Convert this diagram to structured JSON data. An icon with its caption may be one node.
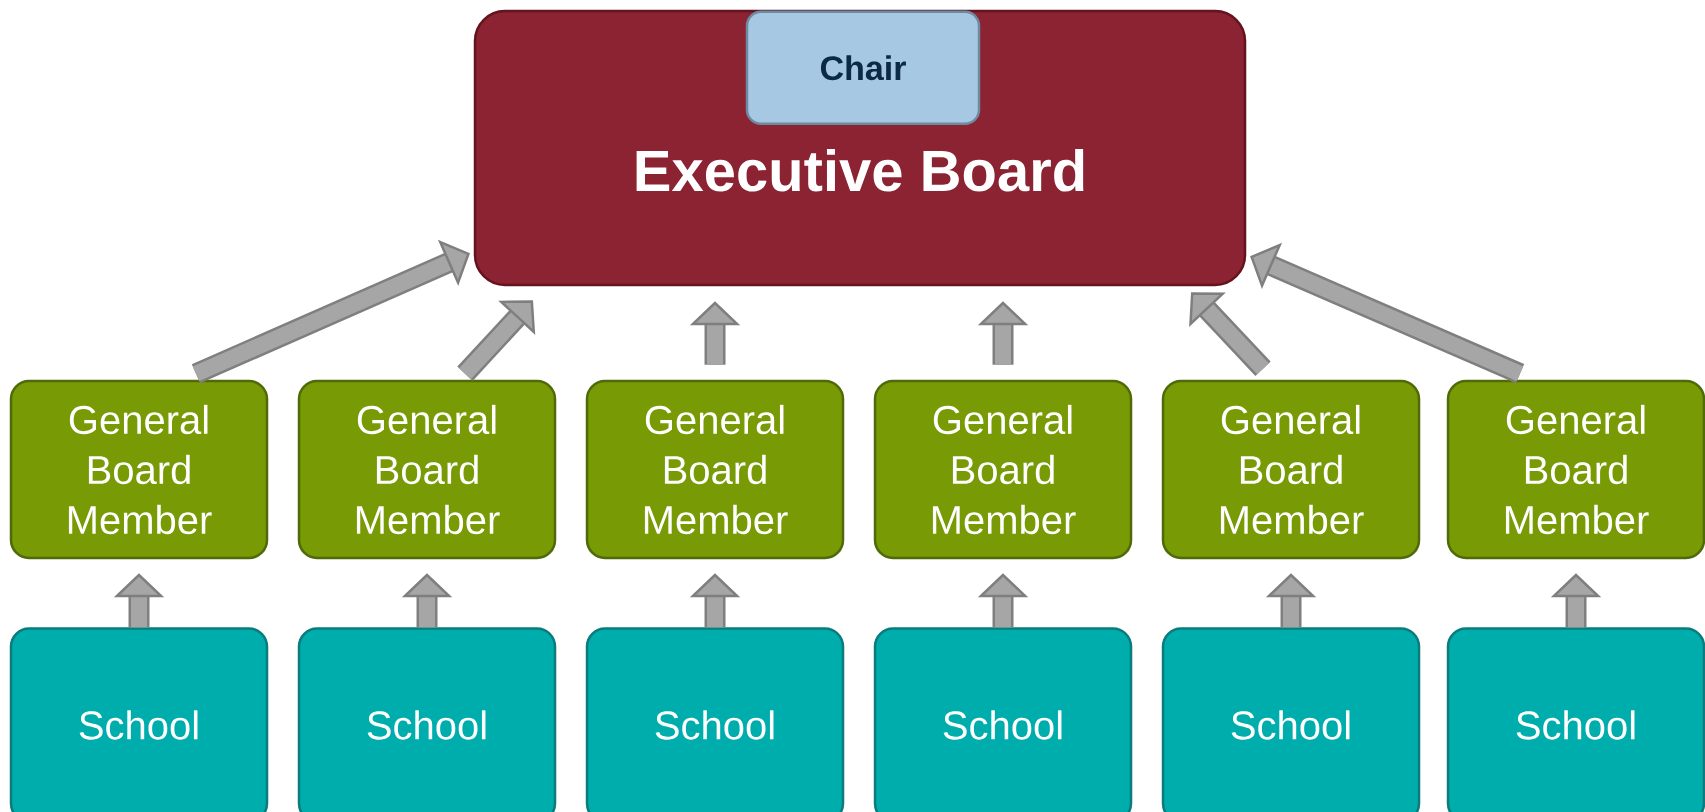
{
  "diagram": {
    "nodes": [
      {
        "text": [
          "Executive Board"
        ]
      },
      {
        "text": [
          "Chair"
        ],
        "in": 0
      },
      {
        "text": [
          "General Board Member"
        ]
      },
      {
        "text": [
          "General Board Member"
        ]
      },
      {
        "text": [
          "General Board Member"
        ]
      },
      {
        "text": [
          "General Board Member"
        ]
      },
      {
        "text": [
          "General Board Member"
        ]
      },
      {
        "text": [
          "General Board Member"
        ]
      },
      {
        "text": [
          "School"
        ]
      },
      {
        "text": [
          "School"
        ]
      },
      {
        "text": [
          "School"
        ]
      },
      {
        "text": [
          "School"
        ]
      },
      {
        "text": [
          "School"
        ]
      },
      {
        "text": [
          "School"
        ]
      }
    ],
    "edges": [
      {
        "from": 8,
        "to": 2,
        "arrow": "to"
      },
      {
        "from": 9,
        "to": 3,
        "arrow": "to"
      },
      {
        "from": 10,
        "to": 4,
        "arrow": "to"
      },
      {
        "from": 11,
        "to": 5,
        "arrow": "to"
      },
      {
        "from": 12,
        "to": 6,
        "arrow": "to"
      },
      {
        "from": 13,
        "to": 7,
        "arrow": "to"
      },
      {
        "from": 2,
        "to": 0,
        "arrow": "to"
      },
      {
        "from": 3,
        "to": 0,
        "arrow": "to"
      },
      {
        "from": 4,
        "to": 0,
        "arrow": "to"
      },
      {
        "from": 5,
        "to": 0,
        "arrow": "to"
      },
      {
        "from": 6,
        "to": 0,
        "arrow": "to"
      },
      {
        "from": 7,
        "to": 0,
        "arrow": "to"
      }
    ]
  }
}
